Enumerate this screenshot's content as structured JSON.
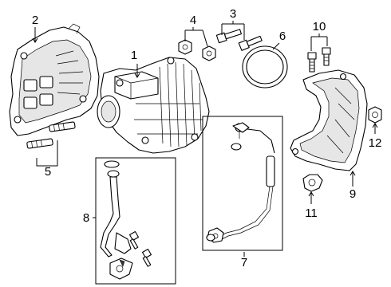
{
  "diagram": {
    "callouts": [
      {
        "id": "1",
        "label": "1"
      },
      {
        "id": "2",
        "label": "2"
      },
      {
        "id": "3",
        "label": "3"
      },
      {
        "id": "4",
        "label": "4"
      },
      {
        "id": "5",
        "label": "5"
      },
      {
        "id": "6",
        "label": "6"
      },
      {
        "id": "7",
        "label": "7"
      },
      {
        "id": "8",
        "label": "8"
      },
      {
        "id": "9",
        "label": "9"
      },
      {
        "id": "10",
        "label": "10"
      },
      {
        "id": "11",
        "label": "11"
      },
      {
        "id": "12",
        "label": "12"
      }
    ]
  }
}
